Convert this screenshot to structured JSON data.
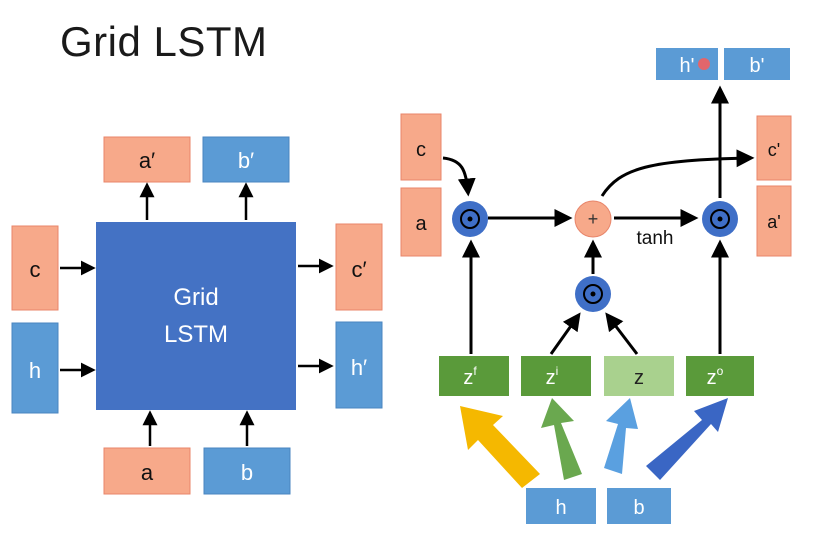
{
  "title": "Grid LSTM",
  "left_block": {
    "center_line1": "Grid",
    "center_line2": "LSTM",
    "inputs": {
      "c": "c",
      "h": "h",
      "a": "a",
      "b": "b"
    },
    "outputs": {
      "a_prime": "a′",
      "b_prime": "b′",
      "c_prime": "c′",
      "h_prime": "h′"
    }
  },
  "right_block": {
    "inputs": {
      "c": "c",
      "a": "a",
      "h": "h",
      "b": "b"
    },
    "gates": {
      "zf": "z",
      "zf_sup": "f",
      "zi": "z",
      "zi_sup": "i",
      "z": "z",
      "zo": "z",
      "zo_sup": "o"
    },
    "ops": {
      "mult": "⊙",
      "plus": "+"
    },
    "tanh": "tanh",
    "outputs": {
      "c_prime": "c'",
      "a_prime": "a'",
      "h_prime": "h'",
      "b_prime": "b'"
    }
  },
  "colors": {
    "salmon": "#f7a98a",
    "salmon_border": "#e8856a",
    "blue_box": "#5b9bd5",
    "grid_box": "#4472c4",
    "green": "#5a9a3a",
    "green_light": "#a9d18e",
    "op_blue": "#3f6fc7",
    "op_salmon": "#f7a98a",
    "arrow_yellow": "#f5b800",
    "arrow_green": "#6aa84f",
    "arrow_lightblue": "#5aa0e0",
    "arrow_darkblue": "#3a66c4"
  }
}
